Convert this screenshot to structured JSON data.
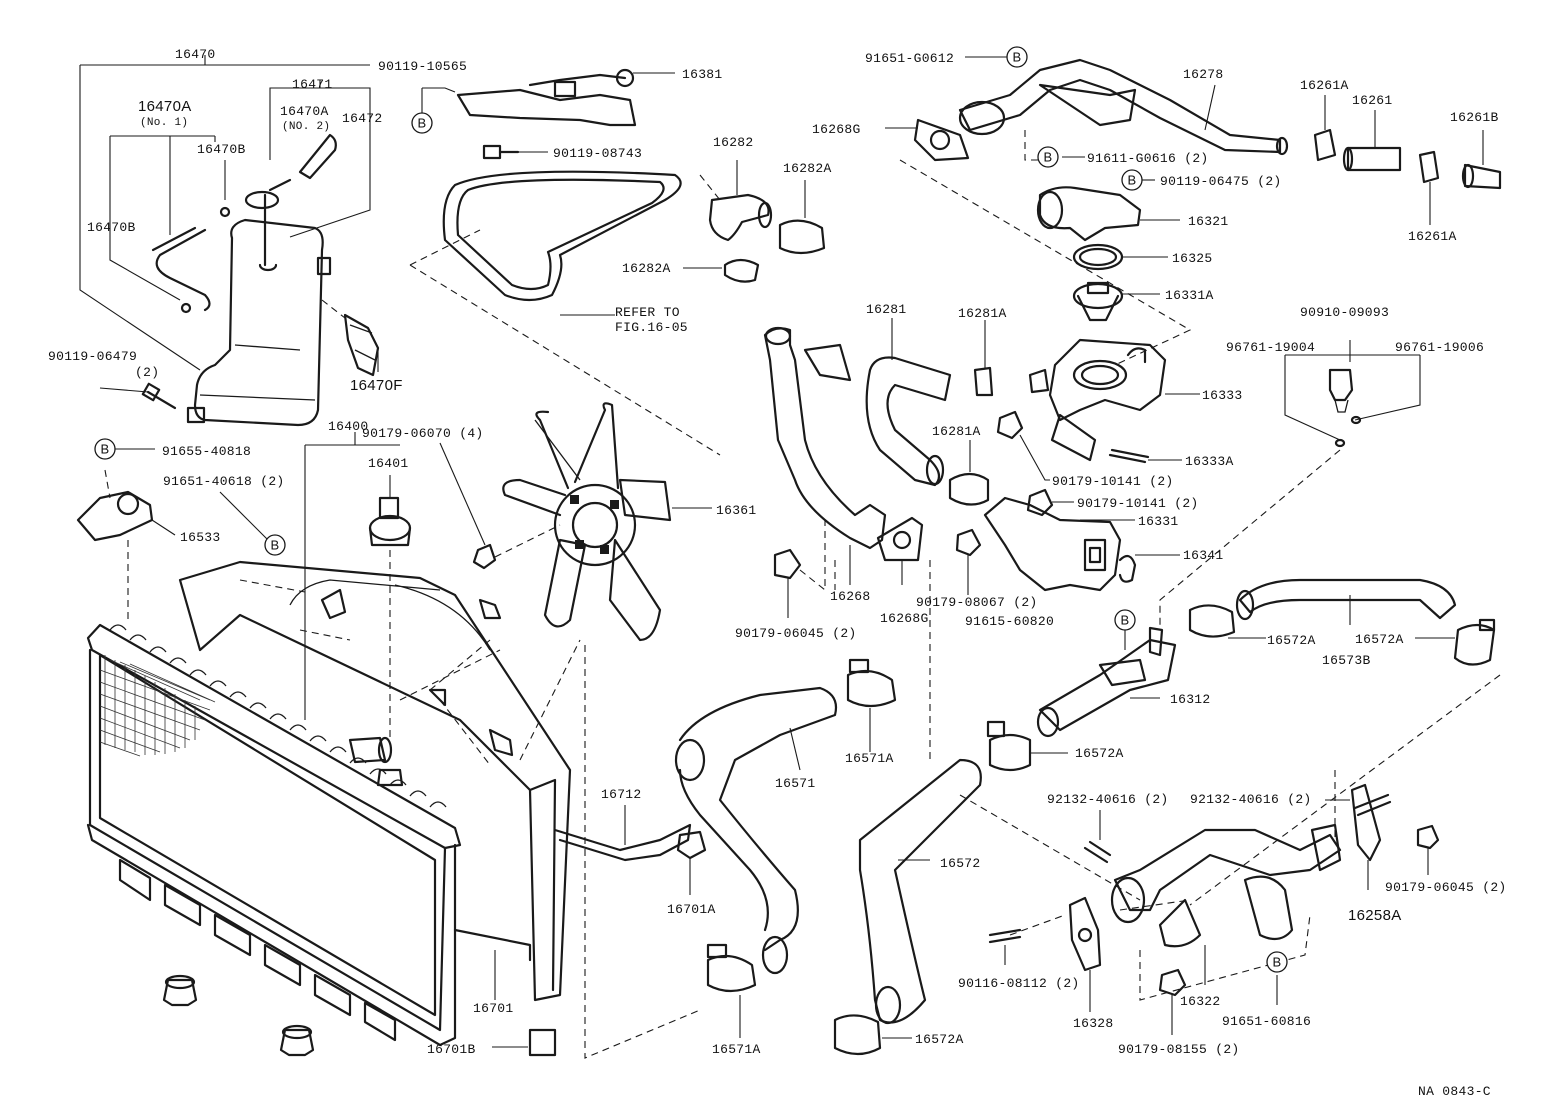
{
  "diagram_code": "NA  0843-C",
  "circle_marker": "B",
  "labels": {
    "l16470": "16470",
    "l16471": "16471",
    "l16470A": "16470A",
    "l16470A_no1": "(No. 1)",
    "l16470A2": "16470A",
    "l16470A2_no2": "(NO. 2)",
    "l16472": "16472",
    "l16470B_a": "16470B",
    "l16470B_b": "16470B",
    "l16470F": "16470F",
    "l90119_06479": "90119-06479",
    "l90119_06479_q": "(2)",
    "l91655_40818": "91655-40818",
    "l91651_40618": "91651-40618 (2)",
    "l16533": "16533",
    "l90119_10565": "90119-10565",
    "l16381": "16381",
    "l90119_08743": "90119-08743",
    "l16400": "16400",
    "l16401": "16401",
    "l90179_06070": "90179-06070 (4)",
    "l16361": "16361",
    "l16712": "16712",
    "l16701A": "16701A",
    "l16701": "16701",
    "l16701B": "16701B",
    "refer_to": "REFER TO",
    "refer_fig": "FIG.16-05",
    "l16282": "16282",
    "l16282A_a": "16282A",
    "l16282A_b": "16282A",
    "l16268G_a": "16268G",
    "l91651_G0612": "91651-G0612",
    "l16278": "16278",
    "l91611_G0616": "91611-G0616 (2)",
    "l90119_06475": "90119-06475 (2)",
    "l16321": "16321",
    "l16325": "16325",
    "l16331A": "16331A",
    "l16261A_a": "16261A",
    "l16261": "16261",
    "l16261B": "16261B",
    "l16261A_b": "16261A",
    "l16281": "16281",
    "l16281A_a": "16281A",
    "l16281A_b": "16281A",
    "l16333": "16333",
    "l16333A": "16333A",
    "l90179_10141_a": "90179-10141 (2)",
    "l90179_10141_b": "90179-10141 (2)",
    "l16331": "16331",
    "l16341": "16341",
    "l90910_09093": "90910-09093",
    "l96761_19004": "96761-19004",
    "l96761_19006": "96761-19006",
    "l16268": "16268",
    "l16268G_b": "16268G",
    "l90179_08067": "90179-08067 (2)",
    "l91615_60820": "91615-60820",
    "l90179_06045_a": "90179-06045 (2)",
    "l16571": "16571",
    "l16571A_a": "16571A",
    "l16571A_b": "16571A",
    "l16572": "16572",
    "l16572A_a": "16572A",
    "l16572A_b": "16572A",
    "l16572A_c": "16572A",
    "l16572A_d": "16572A",
    "l16573B": "16573B",
    "l16312": "16312",
    "l92132_40616_a": "92132-40616 (2)",
    "l92132_40616_b": "92132-40616 (2)",
    "l90179_06045_b": "90179-06045 (2)",
    "l16258A": "16258A",
    "l90116_08112": "90116-08112 (2)",
    "l16328": "16328",
    "l16322": "16322",
    "l91651_60816": "91651-60816",
    "l90179_08155": "90179-08155 (2)"
  }
}
